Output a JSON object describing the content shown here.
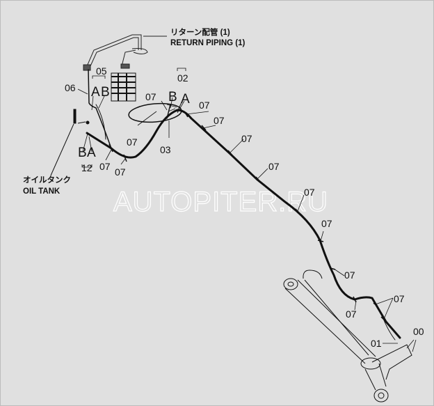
{
  "return_piping": {
    "jp": "リターン配管 (1)",
    "en": "RETURN PIPING (1)"
  },
  "oil_tank": {
    "jp": "オイルタンク",
    "en": "OIL TANK"
  },
  "watermark": "AUTOPITER.RU",
  "callouts": {
    "c05": "05",
    "c06": "06",
    "c02": "02",
    "c03": "03",
    "c12": "12",
    "c00": "00",
    "c01": "01",
    "hose": "07",
    "port_a": "A",
    "port_b": "B"
  }
}
